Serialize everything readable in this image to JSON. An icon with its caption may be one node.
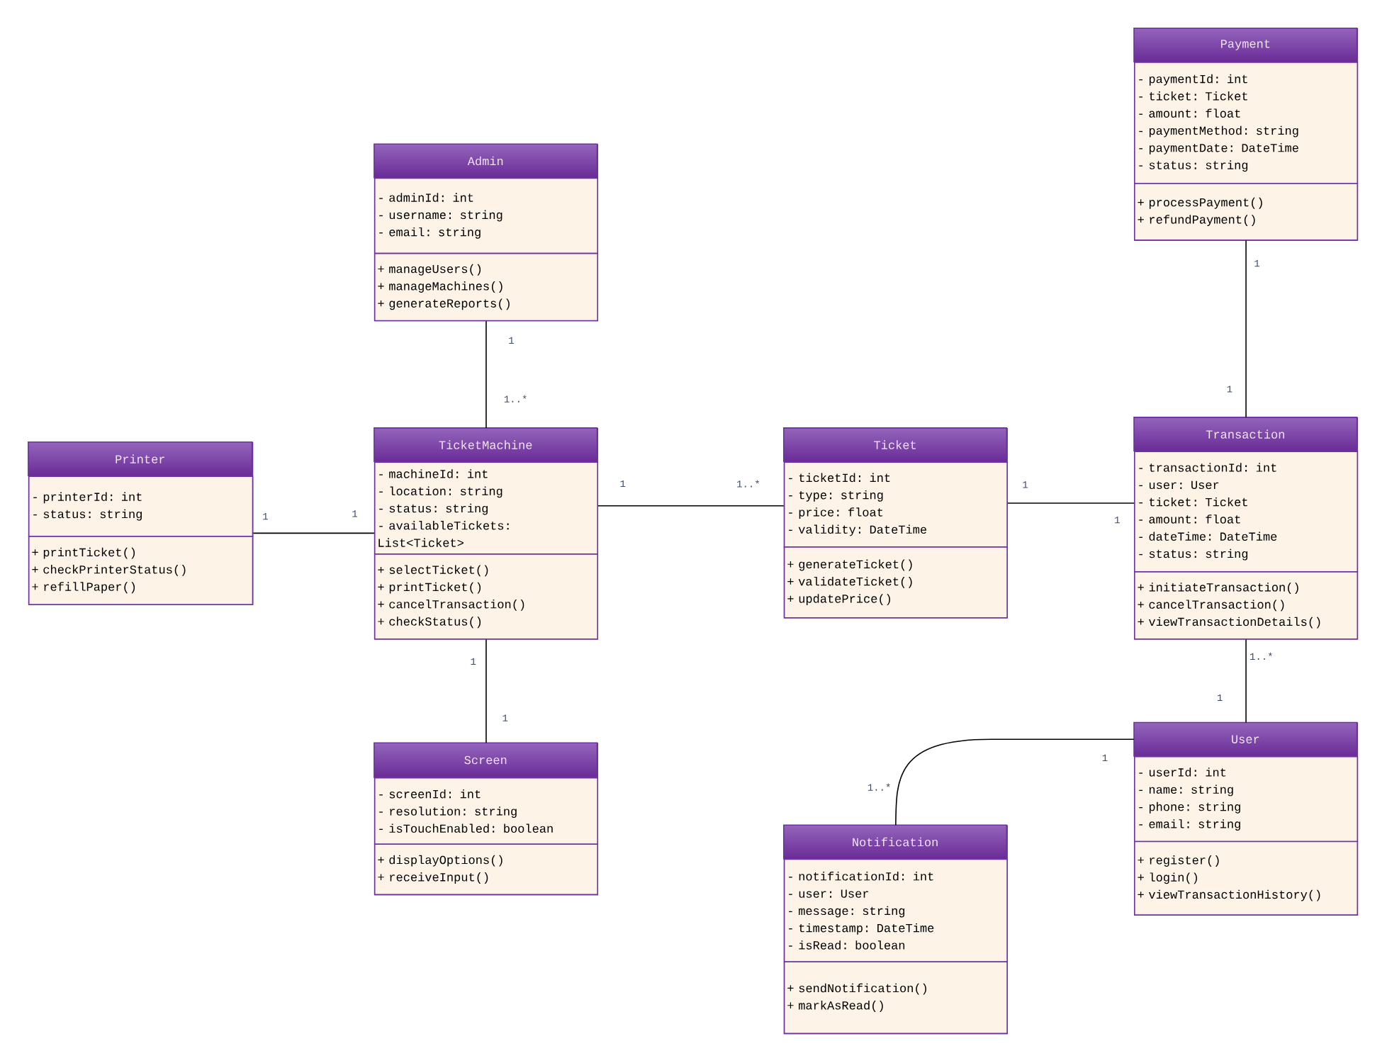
{
  "diagram": {
    "nodes": [
      {
        "text": [
          "Payment"
        ]
      },
      {
        "text": [
          "- paymentId: int",
          "- ticket: Ticket",
          "- amount: float",
          "- paymentMethod: string",
          "- paymentDate: DateTime",
          "- status: string"
        ],
        "in": 0
      },
      {
        "text": [
          "+ processPayment()",
          "+ refundPayment()"
        ],
        "in": 0
      },
      {
        "text": [
          "Admin"
        ]
      },
      {
        "text": [
          "- adminId: int",
          "- username: string",
          "- email: string"
        ],
        "in": 3
      },
      {
        "text": [
          "+ manageUsers()",
          "+ manageMachines()",
          "+ generateReports()"
        ],
        "in": 3
      },
      {
        "text": [
          "Printer"
        ]
      },
      {
        "text": [
          "- printerId: int",
          "- status: string"
        ],
        "in": 6
      },
      {
        "text": [
          "+ printTicket()",
          "+ checkPrinterStatus()",
          "+ refillPaper()"
        ],
        "in": 6
      },
      {
        "text": [
          "TicketMachine"
        ]
      },
      {
        "text": [
          "- machineId: int",
          "- location: string",
          "- status: string",
          "- availableTickets: List<Ticket>"
        ],
        "in": 9
      },
      {
        "text": [
          "+ selectTicket()",
          "+ printTicket()",
          "+ cancelTransaction()",
          "+ checkStatus()"
        ],
        "in": 9
      },
      {
        "text": [
          "Ticket"
        ]
      },
      {
        "text": [
          "- ticketId: int",
          "- type: string",
          "- price: float",
          "- validity: DateTime"
        ],
        "in": 12
      },
      {
        "text": [
          "+ generateTicket()",
          "+ validateTicket()",
          "+ updatePrice()"
        ],
        "in": 12
      },
      {
        "text": [
          "Transaction"
        ]
      },
      {
        "text": [
          "- transactionId: int",
          "- user: User",
          "- ticket: Ticket",
          "- amount: float",
          "- dateTime: DateTime",
          "- status: string"
        ],
        "in": 15
      },
      {
        "text": [
          "+ initiateTransaction()",
          "+ cancelTransaction()",
          "+ viewTransactionDetails()"
        ],
        "in": 15
      },
      {
        "text": [
          "Screen"
        ]
      },
      {
        "text": [
          "- screenId: int",
          "- resolution: string",
          "- isTouchEnabled: boolean"
        ],
        "in": 18
      },
      {
        "text": [
          "+ displayOptions()",
          "+ receiveInput()"
        ],
        "in": 18
      },
      {
        "text": [
          "User"
        ]
      },
      {
        "text": [
          "- userId: int",
          "- name: string",
          "- phone: string",
          "- email: string"
        ],
        "in": 21
      },
      {
        "text": [
          "+ register()",
          "+ login()",
          "+ viewTransactionHistory()"
        ],
        "in": 21
      },
      {
        "text": [
          "Notification"
        ]
      },
      {
        "text": [
          "- notificationId: int",
          "- user: User",
          "- message: string",
          "- timestamp: DateTime",
          "- isRead: boolean"
        ],
        "in": 24
      },
      {
        "text": [
          "+ sendNotification()",
          "+ markAsRead()"
        ],
        "in": 24
      }
    ],
    "edges": [
      {
        "from": 0,
        "to": 15,
        "arrow": "none"
      },
      {
        "from": 3,
        "to": 9,
        "arrow": "none"
      },
      {
        "from": 6,
        "to": 9,
        "arrow": "none"
      },
      {
        "from": 9,
        "to": 12,
        "arrow": "none"
      },
      {
        "from": 12,
        "to": 15,
        "arrow": "none"
      },
      {
        "from": 15,
        "to": 21,
        "arrow": "none"
      },
      {
        "from": 9,
        "to": 18,
        "arrow": "none"
      },
      {
        "from": 21,
        "to": 24,
        "arrow": "none"
      }
    ],
    "labels": [
      "1",
      "1",
      "1",
      "1..*",
      "1",
      "1..*",
      "1",
      "1",
      "1",
      "1",
      "1..*",
      "1",
      "1",
      "1",
      "1",
      "1..*"
    ]
  }
}
